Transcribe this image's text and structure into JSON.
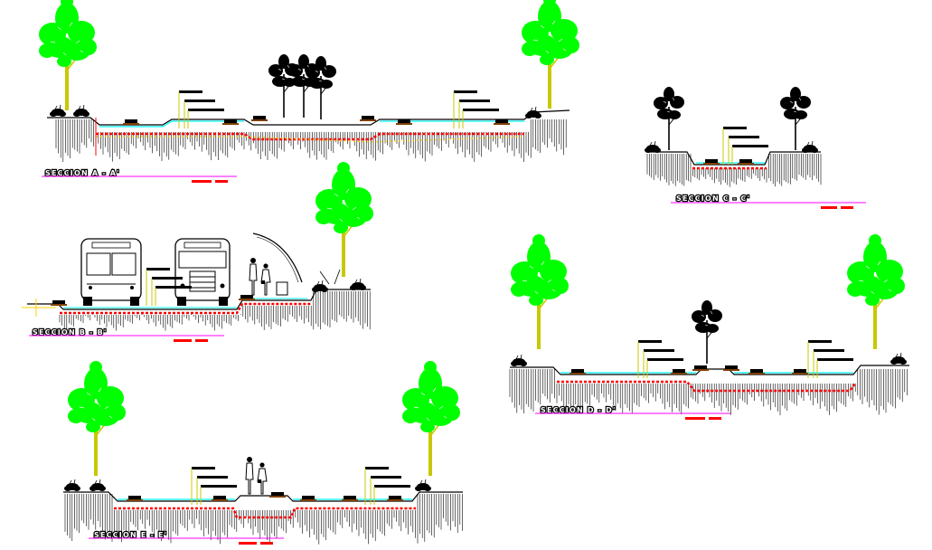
{
  "drawing": {
    "sections": [
      {
        "id": "A",
        "title": "SECCION A - A'"
      },
      {
        "id": "B",
        "title": "SECCION B - B'"
      },
      {
        "id": "C",
        "title": "SECCION C - C'"
      },
      {
        "id": "D",
        "title": "SECCION D - D'"
      },
      {
        "id": "E",
        "title": "SECCION E - E'"
      }
    ]
  },
  "colors": {
    "tree_canopy": "#00ff00",
    "tree_trunk": "#c8c800",
    "ground_hatch": "#000000",
    "pavement_red": "#ff0000",
    "fill_yellow": "#ffd000",
    "water_line": "#00ffff",
    "section_line": "#ff00ff",
    "scale_bar": "#ff0000",
    "background": "#ffffff"
  }
}
